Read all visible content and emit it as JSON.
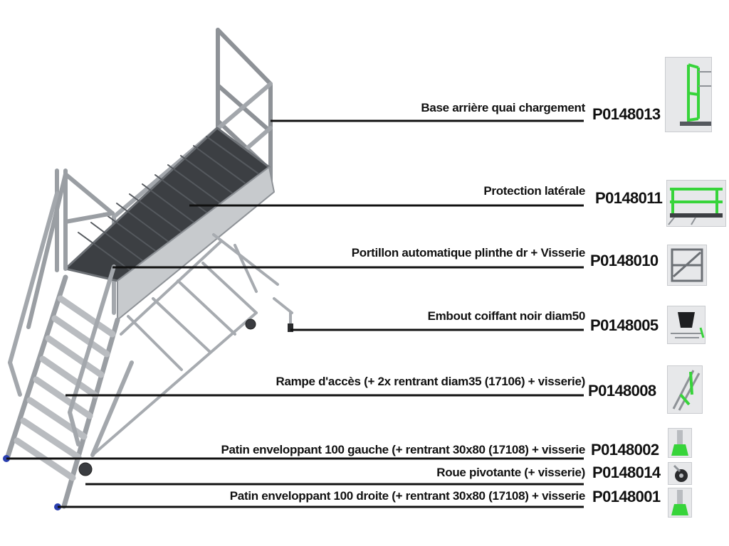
{
  "parts": [
    {
      "label": "Base arrière quai chargement",
      "code": "P0148013"
    },
    {
      "label": "Protection latérale",
      "code": "P0148011"
    },
    {
      "label": "Portillon automatique plinthe dr + Visserie",
      "code": "P0148010"
    },
    {
      "label": "Embout coiffant noir diam50",
      "code": "P0148005"
    },
    {
      "label": "Rampe d'accès (+ 2x rentrant diam35 (17106) + visserie)",
      "code": "P0148008"
    },
    {
      "label": "Patin enveloppant 100 gauche (+ rentrant 30x80 (17108) + visserie",
      "code": "P0148002"
    },
    {
      "label": "Roue pivotante (+ visserie)",
      "code": "P0148014"
    },
    {
      "label": "Patin enveloppant 100 droite (+ rentrant 30x80 (17108) + visserie",
      "code": "P0148001"
    }
  ],
  "colors": {
    "frame": "#9a9ea3",
    "frame_dark": "#6c7075",
    "deck": "#3c3f43",
    "highlight": "#37d43a",
    "foot": "#2a3fb0",
    "leader": "#111111"
  }
}
